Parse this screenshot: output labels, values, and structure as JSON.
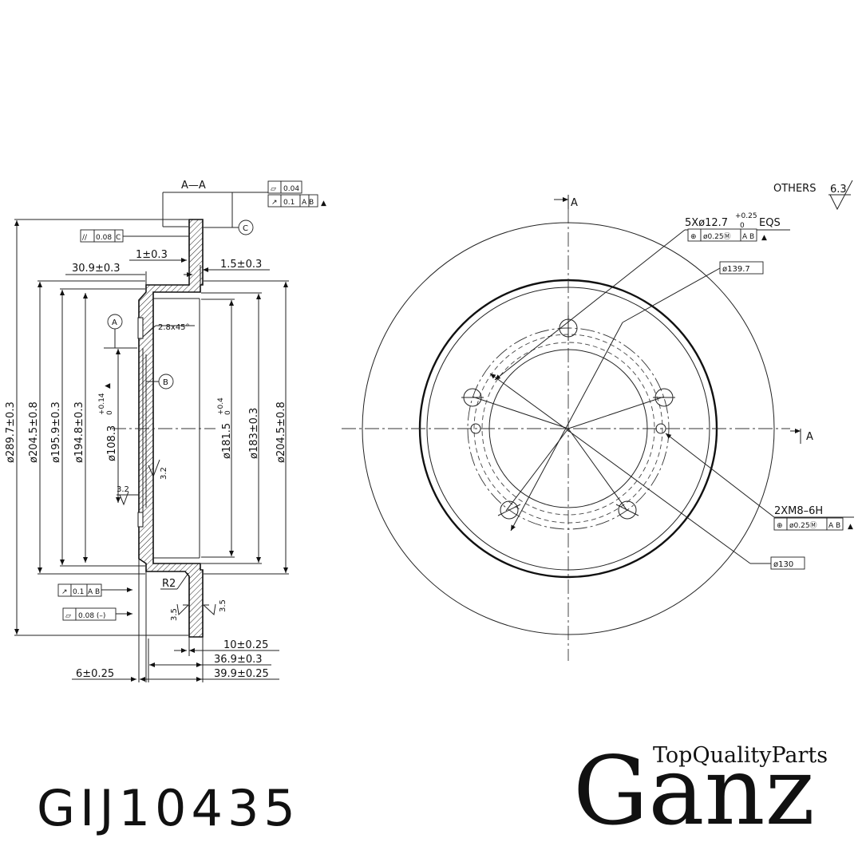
{
  "section_view": {
    "section_title": "A—A",
    "fcf_top": {
      "symbol1": "▱",
      "value1": "0.04",
      "symbol2": "↗",
      "value2": "0.1",
      "datums": "A B",
      "marker": "▲"
    },
    "datum_c": "C",
    "parallel_fcf": {
      "symbol": "//",
      "value": "0.08",
      "datum": "C"
    },
    "dim_1": "1±0.3",
    "dim_1_5": "1.5±0.3",
    "dim_30_9": "30.9±0.3",
    "datum_a": "A",
    "datum_b": "B",
    "chamfer": "2.8x45°",
    "roughness_3_2_a": "3.2",
    "roughness_3_2_b": "3.2",
    "dia_289": "ø289.7±0.3",
    "dia_204_left": "ø204.5±0.8",
    "dia_195": "ø195.9±0.3",
    "dia_194": "ø194.8±0.3",
    "dia_108": "ø108.3",
    "dia_108_tol": "+0.14",
    "dia_108_tol2": "0",
    "dia_181": "ø181.5",
    "dia_181_tol": "+0.4",
    "dia_181_tol2": "0",
    "dia_183": "ø183±0.3",
    "dia_204_right": "ø204.5±0.8",
    "radius": "R2",
    "runout_fcf": {
      "symbol": "↗",
      "value": "0.1",
      "datums": "A B"
    },
    "flat_fcf": {
      "symbol": "▱",
      "value": "0.08 (–)"
    },
    "roughness_3_5_a": "3.5",
    "roughness_3_5_b": "3.5",
    "dim_10": "10±0.25",
    "dim_36_9": "36.9±0.3",
    "dim_39_9": "39.9±0.25",
    "dim_6": "6±0.25"
  },
  "front_view": {
    "others_label": "OTHERS",
    "others_value": "6.3",
    "section_marker": "A",
    "bolt_holes": "5Xø12.7",
    "bolt_tol_top": "+0.25",
    "bolt_tol_bottom": "0",
    "bolt_eqs": "EQS",
    "bolt_fcf": {
      "value": "ø0.25Ⓜ",
      "datums": "A B",
      "marker": "▲"
    },
    "pcd": "ø139.7",
    "thread": "2XM8–6H",
    "thread_fcf": {
      "value": "ø0.25Ⓜ",
      "datums": "A B",
      "marker": "▲"
    },
    "dia_130": "ø130"
  },
  "part_number": "GIJ10435",
  "brand": {
    "name": "Ganz",
    "tagline": "TopQualityParts"
  }
}
